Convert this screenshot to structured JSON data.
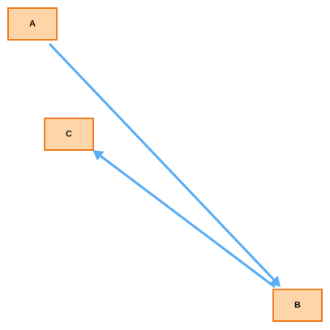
{
  "nodes": [
    {
      "id": "A",
      "label": "A"
    },
    {
      "id": "B",
      "label": "B"
    },
    {
      "id": "C",
      "label": "C"
    }
  ],
  "edges": [
    {
      "from": "A",
      "to": "B"
    },
    {
      "from": "B",
      "to": "C"
    }
  ],
  "colors": {
    "node_fill": "#fed5a8",
    "node_border": "#f17e24",
    "edge": "#5aadf5",
    "text": "#111111"
  }
}
